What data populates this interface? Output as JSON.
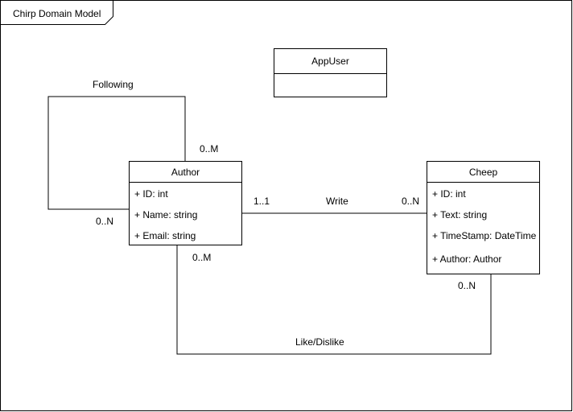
{
  "frame": {
    "title": "Chirp Domain Model"
  },
  "classes": {
    "appuser": {
      "name": "AppUser",
      "attributes": []
    },
    "author": {
      "name": "Author",
      "attributes": [
        "+ ID: int",
        "+ Name: string",
        "+ Email: string"
      ]
    },
    "cheep": {
      "name": "Cheep",
      "attributes": [
        "+ ID: int",
        "+ Text: string",
        "+ TimeStamp: DateTime",
        "+ Author: Author"
      ]
    }
  },
  "associations": {
    "following": {
      "label": "Following",
      "mult_top": "0..M",
      "mult_left": "0..N"
    },
    "write": {
      "label": "Write",
      "mult_author": "1..1",
      "mult_cheep": "0..N"
    },
    "like": {
      "label": "Like/Dislike",
      "mult_author": "0..M",
      "mult_cheep": "0..N"
    }
  },
  "colors": {
    "line": "#000000",
    "background": "#ffffff"
  }
}
